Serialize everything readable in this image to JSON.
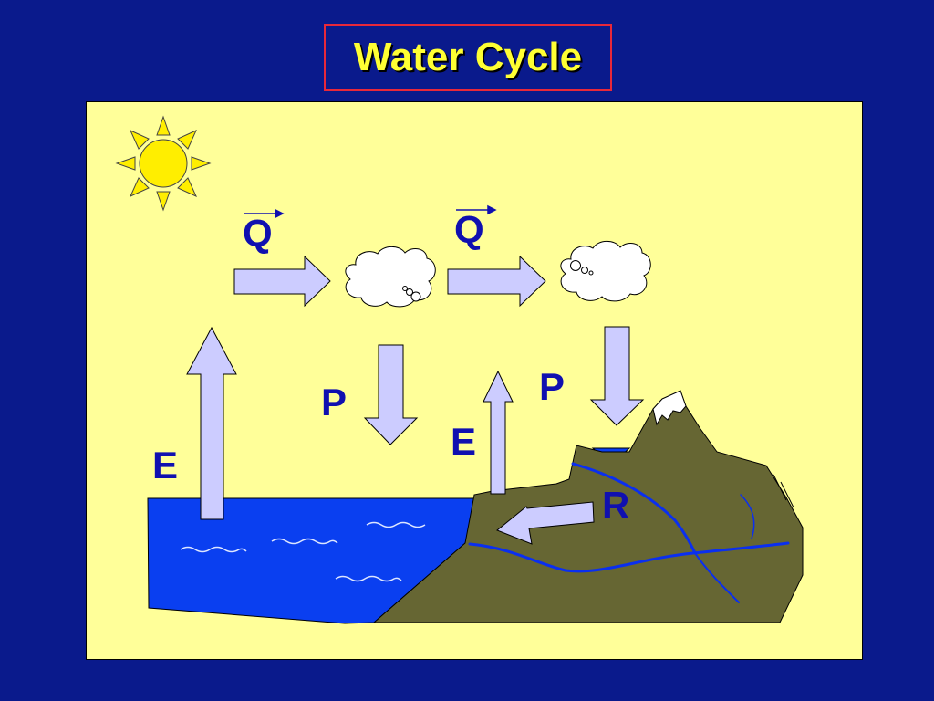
{
  "title": "Water Cycle",
  "labels": {
    "q_left": "Q",
    "q_right": "Q",
    "p_left": "P",
    "p_right": "P",
    "e_left": "E",
    "e_right": "E",
    "r": "R"
  },
  "colors": {
    "background": "#0a1a8c",
    "title_text": "#ffff33",
    "title_border": "#e8283a",
    "panel": "#ffff99",
    "water": "#0a3ff0",
    "land": "#666633",
    "arrow": "#ccccff",
    "label": "#1010b0",
    "sun": "#ffee00"
  }
}
